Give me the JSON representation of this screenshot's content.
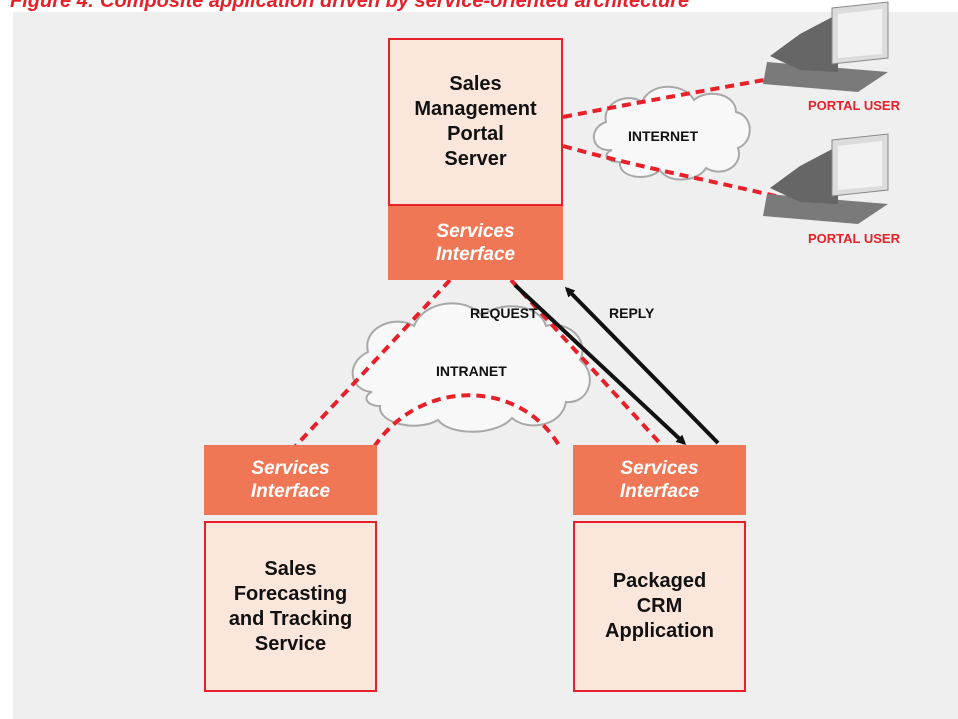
{
  "header": {
    "title_partial": "Figure 4: Composite application driven by service-oriented architecture"
  },
  "nodes": {
    "portal_server": {
      "label": "Sales\nManagement\nPortal\nServer",
      "interface": "Services\nInterface"
    },
    "forecasting_service": {
      "label": "Sales\nForecasting\nand Tracking\nService",
      "interface": "Services\nInterface"
    },
    "crm_application": {
      "label": "Packaged\nCRM\nApplication",
      "interface": "Services\nInterface"
    }
  },
  "networks": {
    "internet": "INTERNET",
    "intranet": "INTRANET"
  },
  "flows": {
    "request": "REQUEST",
    "reply": "REPLY"
  },
  "users": [
    {
      "label": "PORTAL USER"
    },
    {
      "label": "PORTAL USER"
    }
  ],
  "colors": {
    "accent_red": "#e8202a",
    "interface_fill": "#f07756",
    "box_fill": "#fbe6dc",
    "panel_bg": "#efefef"
  },
  "icons": [
    "cloud-icon",
    "laptop-icon",
    "arrow-icon"
  ]
}
